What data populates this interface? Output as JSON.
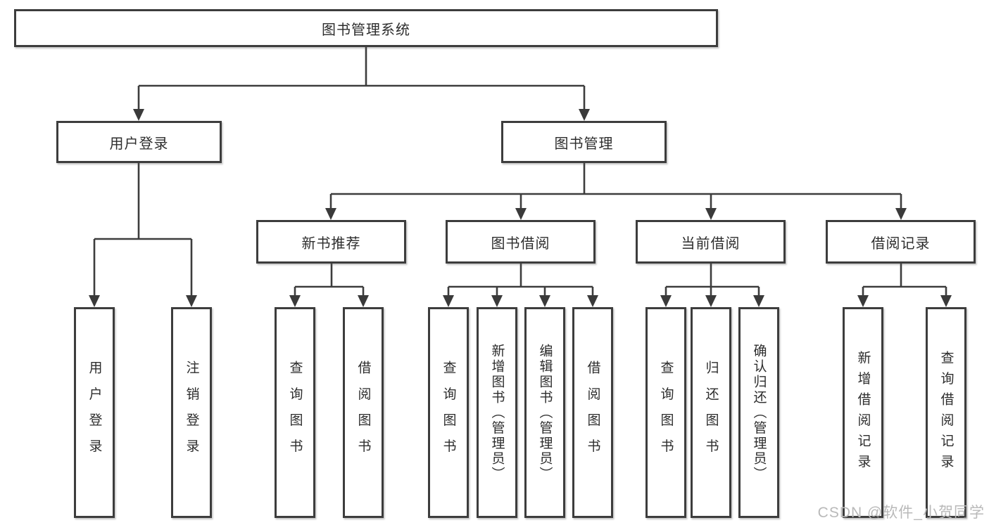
{
  "diagram": {
    "root_label": "图书管理系统",
    "branches": {
      "user_login": {
        "label": "用户登录",
        "children": [
          "用户登录",
          "注销登录"
        ]
      },
      "book_management": {
        "label": "图书管理",
        "sections": [
          {
            "label": "新书推荐",
            "children": [
              "查询图书",
              "借阅图书"
            ]
          },
          {
            "label": "图书借阅",
            "children": [
              "查询图书",
              "新增图书（管理员）",
              "编辑图书（管理员）",
              "借阅图书"
            ]
          },
          {
            "label": "当前借阅",
            "children": [
              "查询图书",
              "归还图书",
              "确认归还（管理员）"
            ]
          },
          {
            "label": "借阅记录",
            "children": [
              "新增借阅记录",
              "查询借阅记录"
            ]
          }
        ]
      }
    }
  },
  "watermark": "CSDN @软件_小贺同学",
  "colors": {
    "line": "#3d3d3d",
    "text": "#2d2d2d",
    "box_fill": "#ffffff",
    "watermark": "#b9b9b9"
  }
}
